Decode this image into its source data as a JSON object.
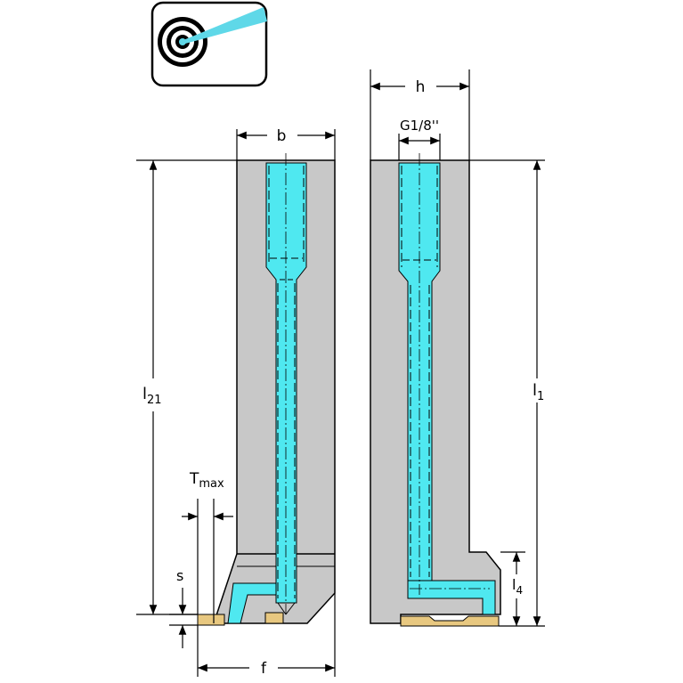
{
  "labels": {
    "b": "b",
    "h": "h",
    "thread": "G1/8''",
    "l21_main": "l",
    "l21_sub": "21",
    "l1_main": "l",
    "l1_sub": "1",
    "l4_main": "l",
    "l4_sub": "4",
    "tmax_main": "T",
    "tmax_sub": "max",
    "s": "s",
    "f": "f"
  },
  "icons": {
    "coolant_icon": "target-coolant-jet-icon"
  },
  "colors": {
    "body_fill": "#c8c8c8",
    "coolant_fill": "#4fe8f0",
    "insert_fill": "#e8c880",
    "outline": "#000000",
    "icon_jet": "#5fd8e8"
  }
}
